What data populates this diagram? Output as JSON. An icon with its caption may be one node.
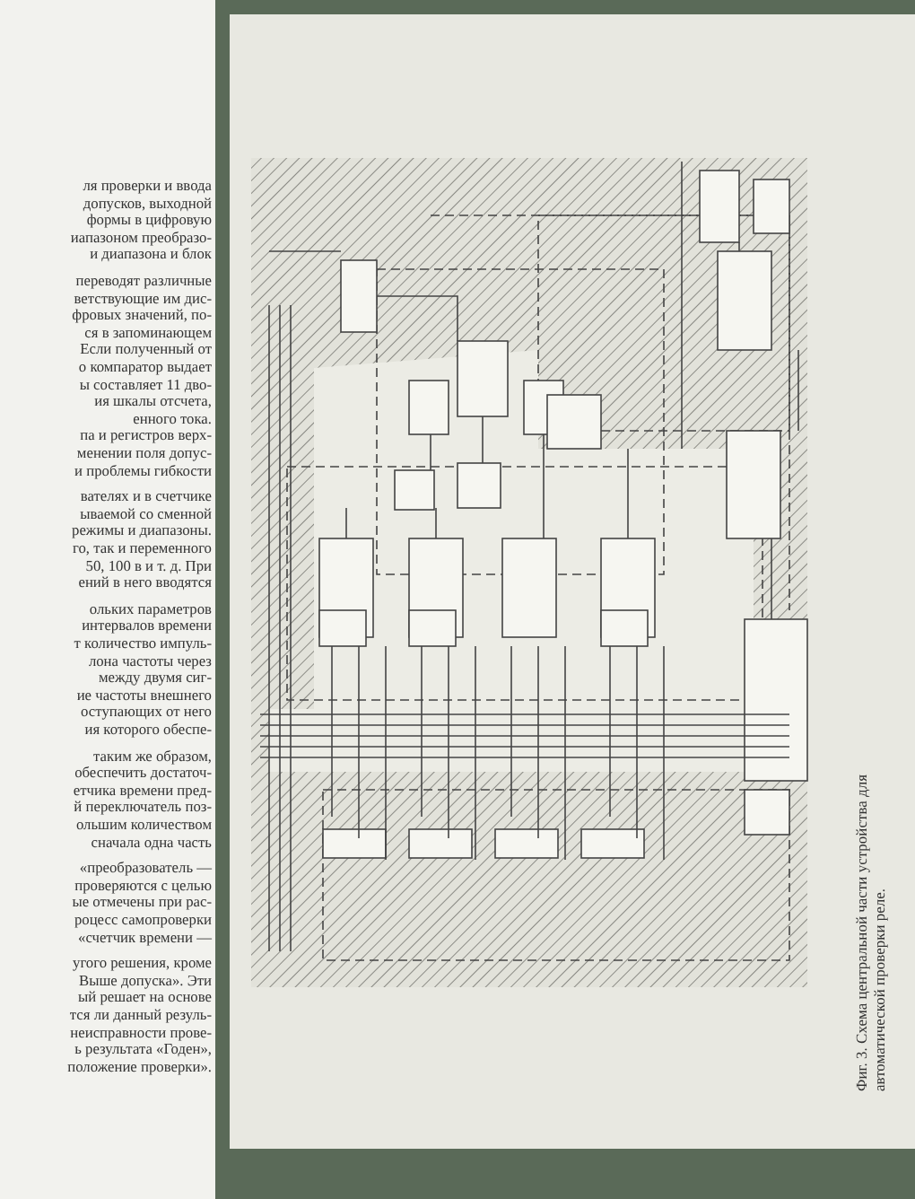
{
  "diagram": {
    "caption": "Фиг. 3. Схема центральной части устройства для автоматической проверки реле.",
    "labels": [
      "ля проверки и ввода",
      "допусков, выходной",
      "формы в цифровую",
      "иапазоном преобразо-",
      "и диапазона и блок",
      "переводят различные",
      "ветствующие им дис-",
      "фровых значений, по-",
      "ся в запоминающем",
      "Если полученный от",
      "о компаратор выдает",
      "ы составляет 11 дво-",
      "ия шкалы отсчета,",
      "енного тока.",
      "па и регистров верх-",
      "менении поля допус-",
      "и проблемы гибкости",
      "вателях и в счетчике",
      "ываемой со сменной",
      "режимы и диапазоны.",
      "го, так и переменного",
      "50, 100 в и т. д. При",
      "ений в него вводятся",
      "ольких параметров",
      "интервалов времени",
      "т количество импуль-",
      "лона частоты через",
      "между двумя сиг-",
      "ие частоты внешнего",
      "оступающих от него",
      "ия которого обеспе-",
      "таким же образом,",
      "обеспечить достаточ-",
      "етчика времени пред-",
      "й переключатель поз-",
      "ольшим количеством",
      "сначала одна часть",
      "«преобразователь —",
      "проверяются с целью",
      "ые отмечены при рас-",
      "роцесс самопроверки",
      "«счетчик времени —",
      "угого решения, кроме",
      "Выше допуска». Эти",
      "ый решает на основе",
      "тся ли данный резуль-",
      "неисправности прове-",
      "ь результата «Годен»,",
      "положение проверки»."
    ]
  }
}
